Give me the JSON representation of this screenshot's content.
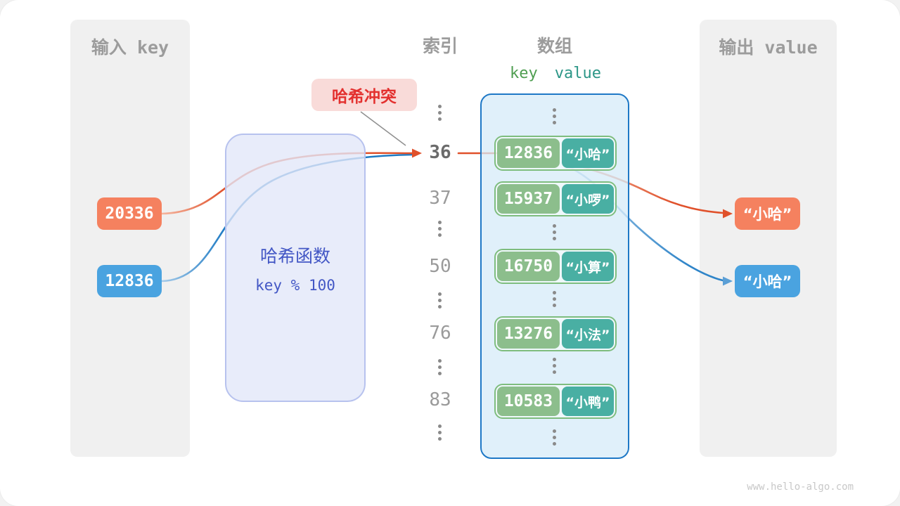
{
  "page": {
    "watermark": "www.hello-algo.com"
  },
  "colors": {
    "orange": "#F5815F",
    "blue": "#4AA3E0",
    "key_green": "#8CBE8C",
    "value_teal": "#49AFA3",
    "array_border": "#1E78C6",
    "hash_border": "#B7C2EE",
    "hash_text": "#4357C5",
    "collision_red": "#E3302E",
    "collision_bg": "#F9DBD9",
    "header_gray": "#9C9C9C"
  },
  "input_column": {
    "title": "输入 key",
    "keys": [
      {
        "value": "20336",
        "color": "orange"
      },
      {
        "value": "12836",
        "color": "blue"
      }
    ]
  },
  "hash_function": {
    "title": "哈希函数",
    "formula": "key % 100"
  },
  "collision_label": "哈希冲突",
  "index_column": {
    "title": "索引",
    "items": [
      "36",
      "37",
      "50",
      "76",
      "83"
    ],
    "highlighted": "36"
  },
  "array": {
    "title": "数组",
    "key_header": "key",
    "value_header": "value",
    "pairs": [
      {
        "key": "12836",
        "value": "“小哈”"
      },
      {
        "key": "15937",
        "value": "“小啰”"
      },
      {
        "key": "16750",
        "value": "“小算”"
      },
      {
        "key": "13276",
        "value": "“小法”"
      },
      {
        "key": "10583",
        "value": "“小鸭”"
      }
    ]
  },
  "output_column": {
    "title": "输出 value",
    "values": [
      {
        "text": "“小哈”",
        "color": "orange"
      },
      {
        "text": "“小哈”",
        "color": "blue"
      }
    ]
  }
}
